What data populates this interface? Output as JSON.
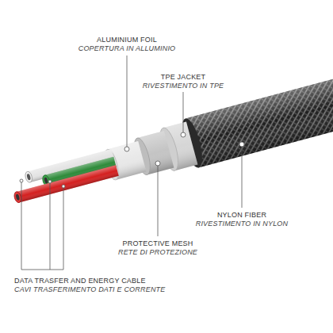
{
  "diagram": {
    "labels": [
      "ALUMINIUM FOIL",
      "COPERTURA IN ALLUMINIO",
      "TPE JACKET",
      "RIVESTIMENTO IN TPE",
      "NYLON FIBER",
      "RIVESTIMENTO IN NYLON",
      "PROTECTIVE MESH",
      "RETE DI PROTEZIONE",
      "DATA TRASFER AND ENERGY CABLE",
      "CAVI TRASFERIMENTO DATI E CORRENTE"
    ]
  }
}
